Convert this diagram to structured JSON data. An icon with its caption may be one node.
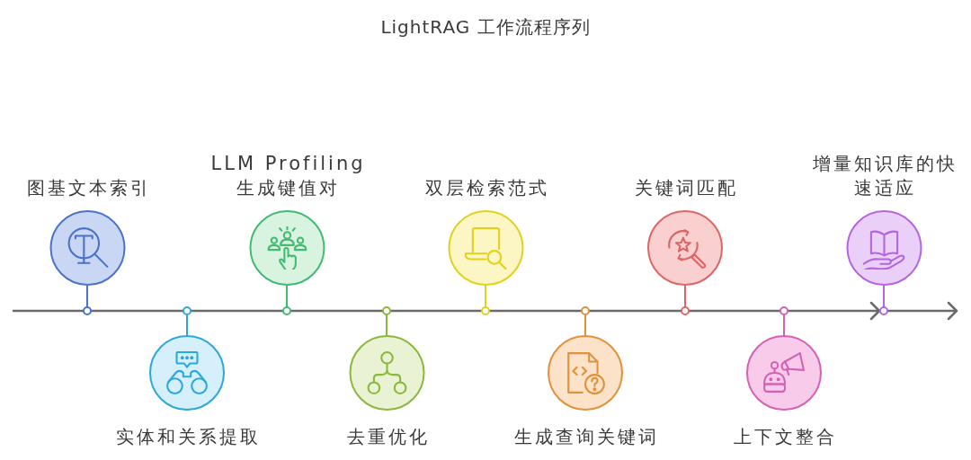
{
  "diagram": {
    "title": "LightRAG 工作流程序列",
    "nodes": [
      {
        "text": [
          "图基文本索引"
        ]
      },
      {
        "text": [
          "实体和关系提取"
        ]
      },
      {
        "text": [
          "LLM Profiling",
          "生成键值对"
        ]
      },
      {
        "text": [
          "去重优化"
        ]
      },
      {
        "text": [
          "双层检索范式"
        ]
      },
      {
        "text": [
          "生成查询关键词"
        ]
      },
      {
        "text": [
          "关键词匹配"
        ]
      },
      {
        "text": [
          "上下文整合"
        ]
      },
      {
        "text": [
          "增量知识库的快速适应"
        ]
      }
    ],
    "edges": [
      {
        "from": 0,
        "to": null,
        "arrow": "other",
        "color": "#4a72c8"
      },
      {
        "from": 1,
        "to": null,
        "arrow": "other",
        "color": "#2aa8dd"
      },
      {
        "from": 2,
        "to": null,
        "arrow": "other",
        "color": "#41bb70"
      },
      {
        "from": 3,
        "to": null,
        "arrow": "other",
        "color": "#8ab83b"
      },
      {
        "from": 4,
        "to": null,
        "arrow": "other",
        "color": "#e2d11c"
      },
      {
        "from": 5,
        "to": null,
        "arrow": "other",
        "color": "#e0913a"
      },
      {
        "from": 6,
        "to": null,
        "arrow": "other",
        "color": "#df6464"
      },
      {
        "from": 7,
        "to": null,
        "arrow": "other",
        "color": "#d462b4"
      },
      {
        "from": 8,
        "to": null,
        "arrow": "other",
        "color": "#b366e0"
      }
    ]
  }
}
